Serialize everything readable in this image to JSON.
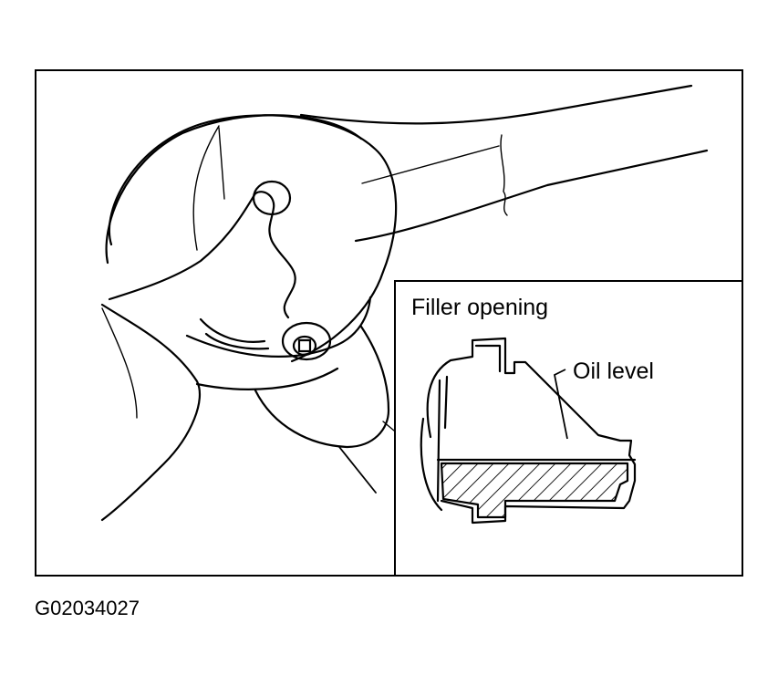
{
  "inset": {
    "title": "Filler opening",
    "callout": "Oil level"
  },
  "figure_code": "G02034027",
  "illustration": {
    "subject": "hand-on-filler-plug-icon",
    "line_color": "#000000",
    "background": "#ffffff"
  }
}
